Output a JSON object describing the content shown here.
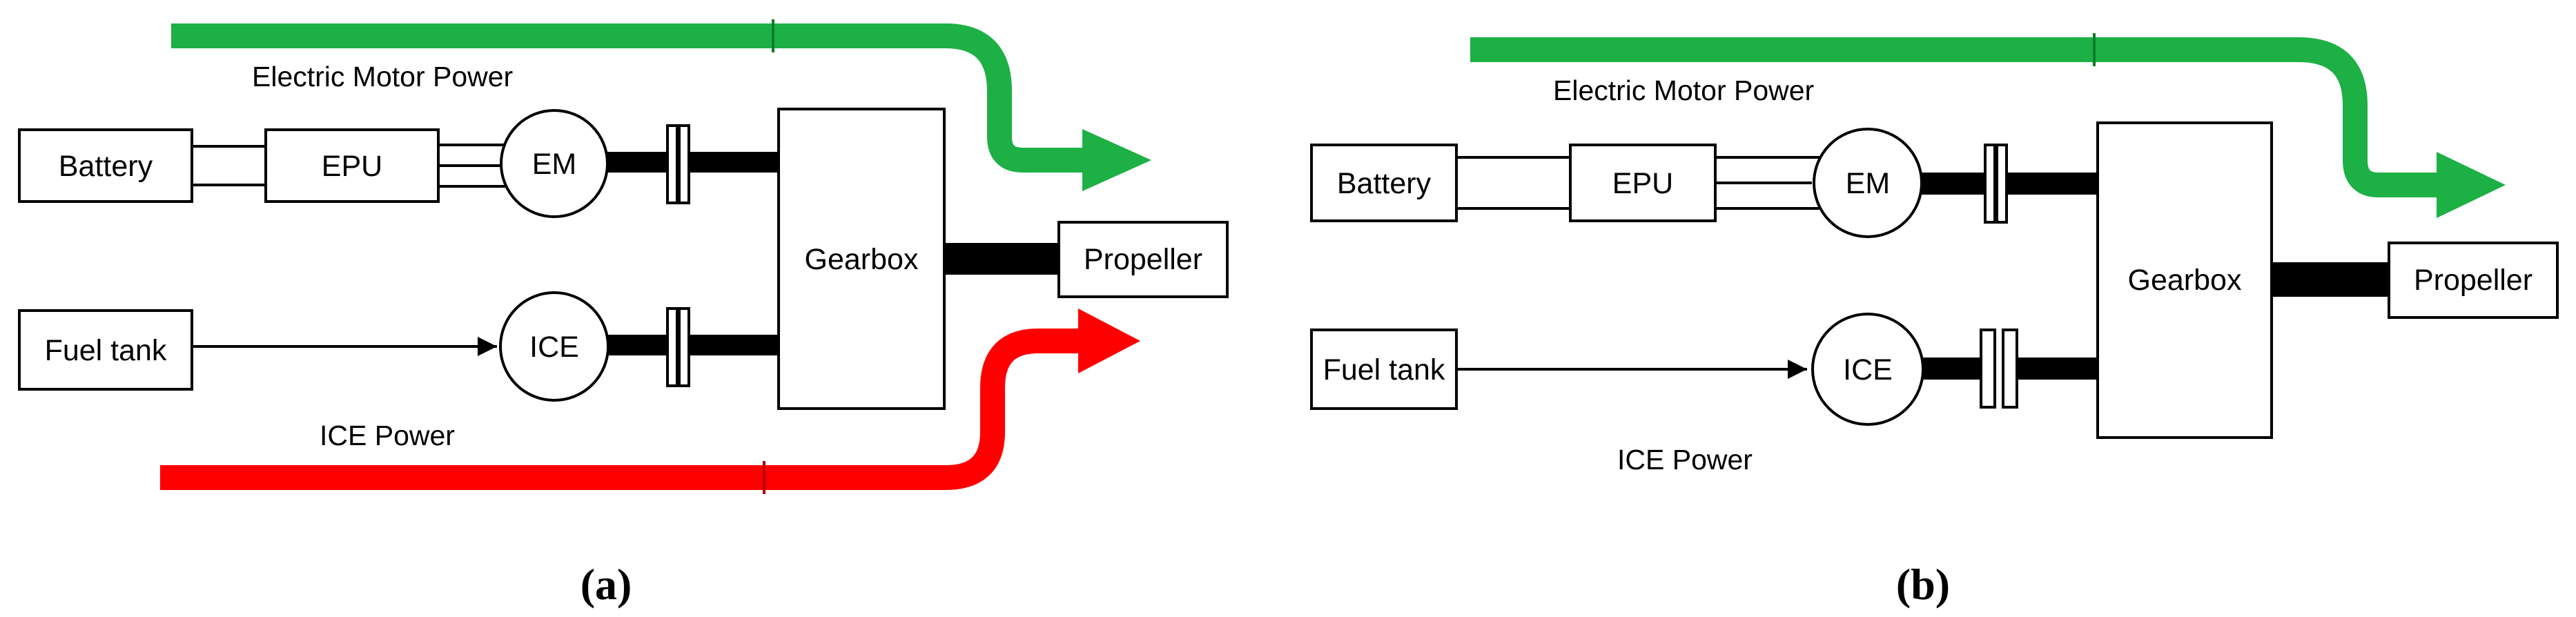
{
  "colors": {
    "electric_flow": "#1db045",
    "ice_flow": "#ff0000",
    "line": "#000000",
    "box_fill": "#ffffff"
  },
  "panels": [
    {
      "id": "a",
      "label_open": "(",
      "label_letter": "a",
      "label_close": ")",
      "components": {
        "battery": "Battery",
        "epu": "EPU",
        "em": "EM",
        "gearbox": "Gearbox",
        "propeller": "Propeller",
        "fuel_tank": "Fuel tank",
        "ice": "ICE"
      },
      "flows": {
        "electric": "Electric Motor Power",
        "ice": "ICE Power"
      },
      "ice_flow_shown": true
    },
    {
      "id": "b",
      "label_open": "(",
      "label_letter": "b",
      "label_close": ")",
      "components": {
        "battery": "Battery",
        "epu": "EPU",
        "em": "EM",
        "gearbox": "Gearbox",
        "propeller": "Propeller",
        "fuel_tank": "Fuel tank",
        "ice": "ICE"
      },
      "flows": {
        "electric": "Electric Motor Power",
        "ice": "ICE Power"
      },
      "ice_flow_shown": false
    }
  ]
}
